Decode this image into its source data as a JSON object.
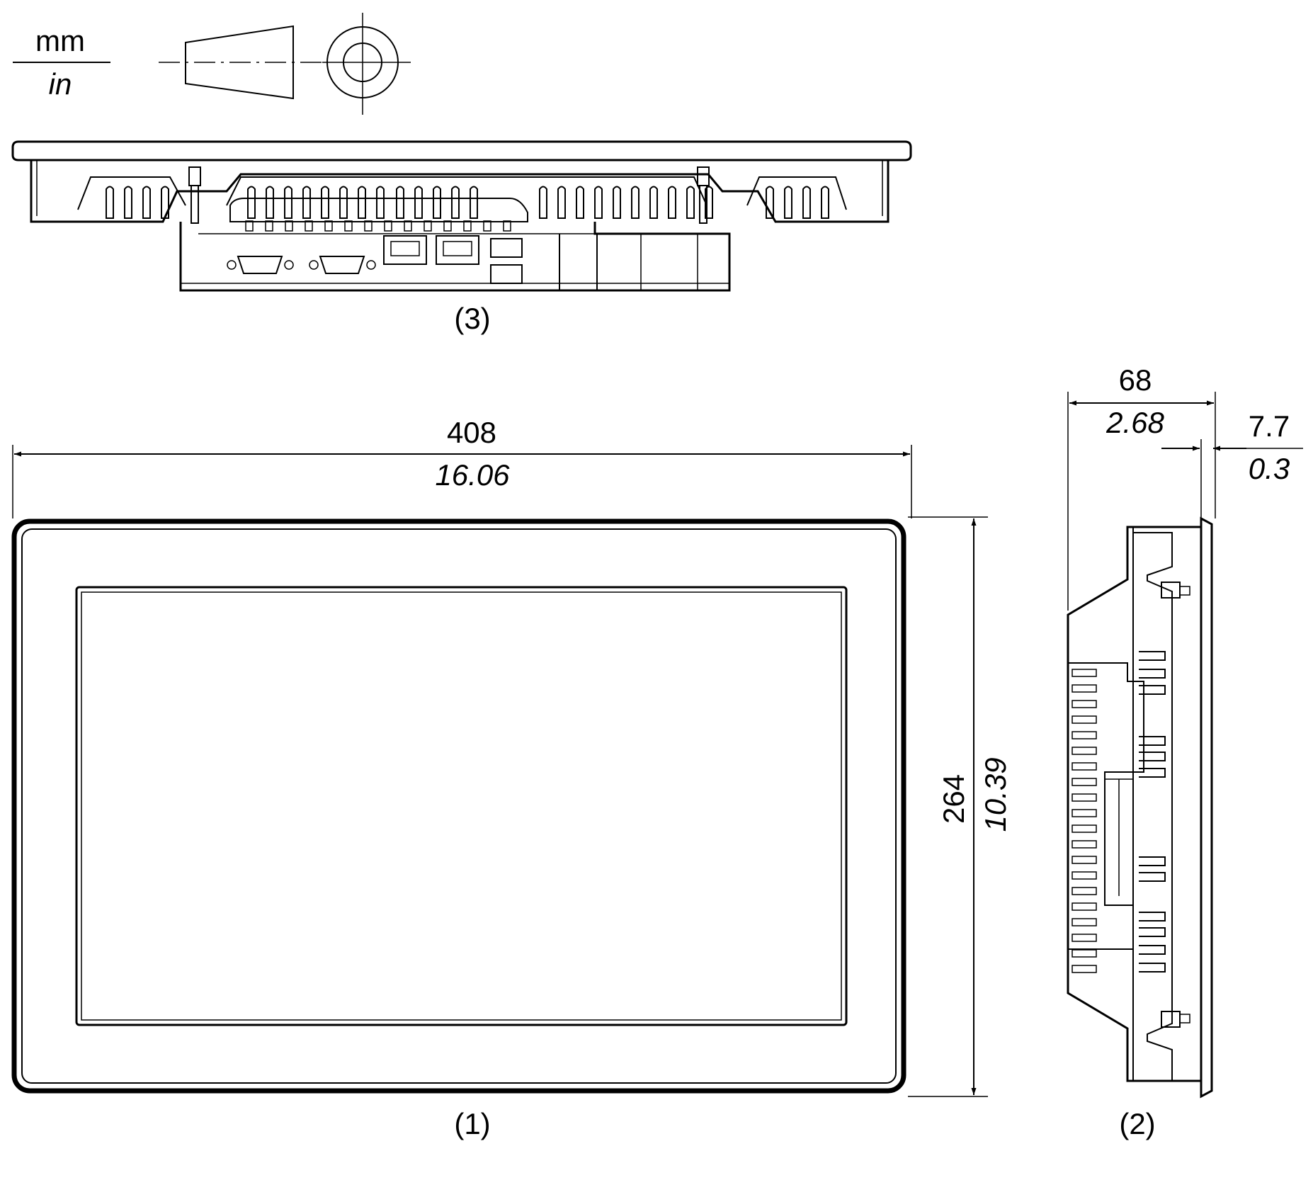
{
  "units": {
    "primary": "mm",
    "secondary": "in"
  },
  "views": {
    "front": {
      "label": "(1)"
    },
    "side": {
      "label": "(2)"
    },
    "bottom": {
      "label": "(3)"
    }
  },
  "dimensions": {
    "width": {
      "mm": "408",
      "in": "16.06"
    },
    "height": {
      "mm": "264",
      "in": "10.39"
    },
    "depth": {
      "mm": "68",
      "in": "2.68"
    },
    "bezel": {
      "mm": "7.7",
      "in": "0.3"
    }
  }
}
